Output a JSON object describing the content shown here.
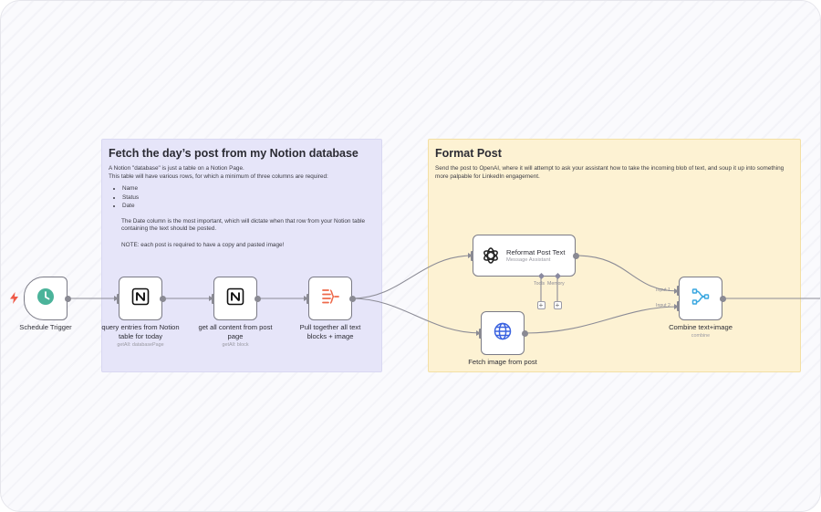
{
  "notes": {
    "notion": {
      "title": "Fetch the day’s post from my Notion database",
      "line1": "A Notion \"database\" is just a table on a Notion Page.",
      "line2": "This table will have various rows, for which a minimum of three columns are required:",
      "columns": [
        "Name",
        "Status",
        "Date"
      ],
      "para1": "The Date column is the most important, which will dictate when that row from your Notion table containing the text should be posted.",
      "para2": "NOTE: each post is required to have a copy and pasted image!"
    },
    "format": {
      "title": "Format Post",
      "body": "Send the post to OpenAI, where it will attempt to ask your assistant how to take the incoming blob of text, and soup it up into something more palpable for LinkedIn engagement."
    }
  },
  "nodes": {
    "schedule_trigger": {
      "label": "Schedule Trigger"
    },
    "query_entries": {
      "label": "query entries from Notion table for today",
      "sub": "getAll: databasePage"
    },
    "get_content": {
      "label": "get all content from post page",
      "sub": "getAll: block"
    },
    "pull_together": {
      "label": "Pull together all text blocks + image"
    },
    "reformat": {
      "label": "Reformat Post Text",
      "sub": "Message Assistant",
      "tools_label": "Tools",
      "memory_label": "Memory"
    },
    "fetch_image": {
      "label": "Fetch image from post"
    },
    "combine": {
      "label": "Combine text+image",
      "sub": "combine",
      "input1": "Input 1",
      "input2": "Input 2"
    }
  },
  "colors": {
    "notion_note": "#e6e5f9",
    "format_note": "#fdf2d3",
    "trigger_accent": "#4bb39a",
    "openai_dark": "#222222",
    "globe_blue": "#3b63e0",
    "merge_blue": "#3aa7e0",
    "code_red": "#ee6a4b",
    "bolt_red": "#ef5a48"
  },
  "icons": {
    "trigger": "clock-icon",
    "notion": "notion-icon",
    "code": "code-icon",
    "openai": "openai-icon",
    "http": "globe-icon",
    "merge": "merge-icon",
    "trigger_marker": "lightning-icon"
  }
}
